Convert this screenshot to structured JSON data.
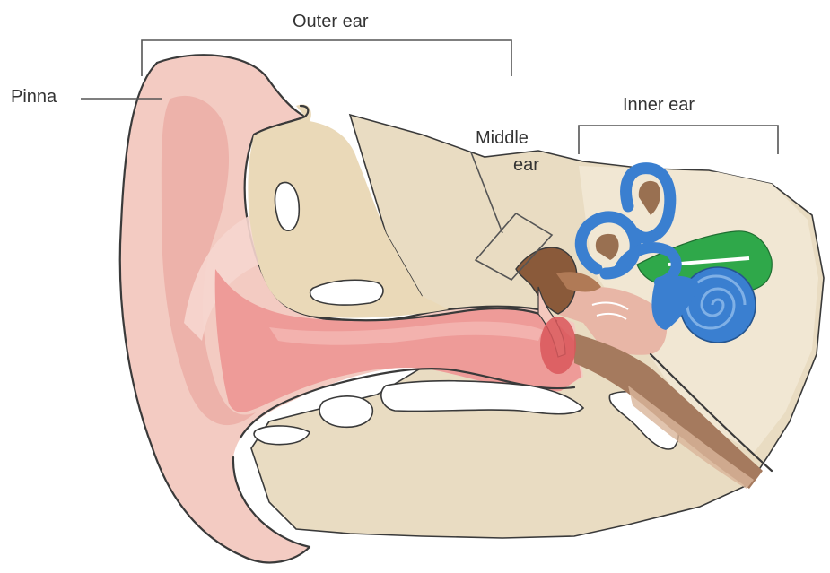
{
  "labels": {
    "outer_ear": "Outer ear",
    "pinna": "Pinna",
    "middle_ear_line1": "Middle",
    "middle_ear_line2": "ear",
    "inner_ear": "Inner ear"
  },
  "colors": {
    "background": "#ffffff",
    "skin": "#f3cbc2",
    "skin_dark": "#e9a7a0",
    "canal": "#ee9b98",
    "bone": "#e6d6ba",
    "bone_light": "#efe2c9",
    "cavity": "#ffffff",
    "eardrum": "#d9575a",
    "ossicles": "#8a5a3a",
    "eustachian": "#a57a5e",
    "cochlea_blue": "#3a7fd0",
    "vestibular_green": "#2fa84a",
    "leader_line": "#555555",
    "label_text": "#333333"
  }
}
